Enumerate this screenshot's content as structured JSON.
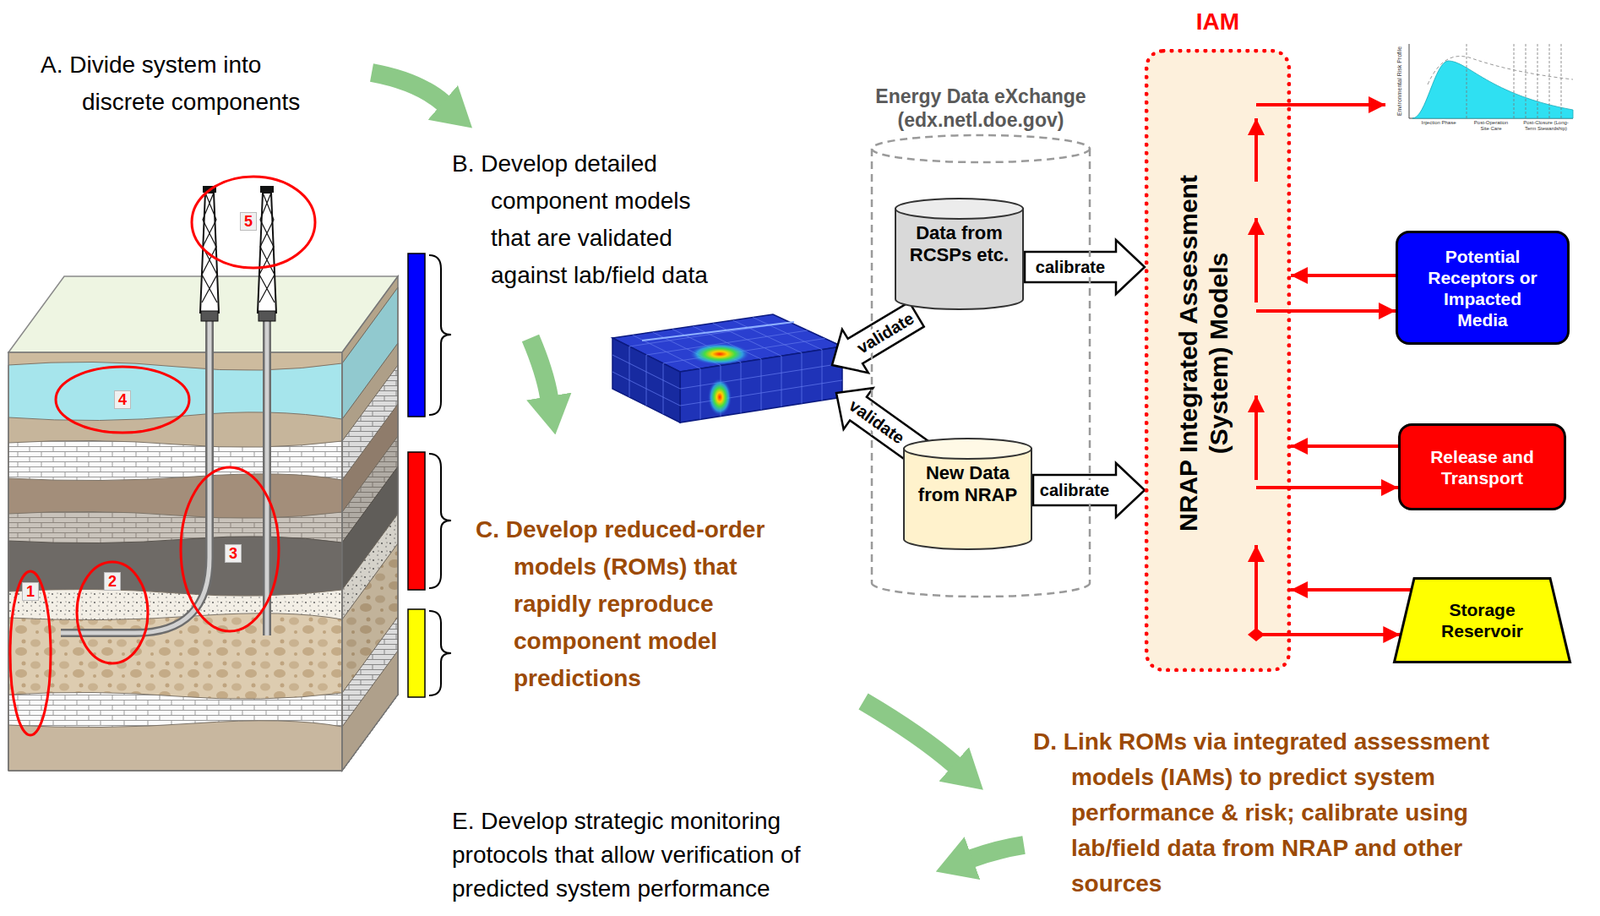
{
  "diagram": {
    "nodes": [
      {
        "text": [
          "Energy Data eXchange (edx.netl.doe.gov)"
        ]
      },
      {
        "text": [
          "Data from RCSPs etc."
        ],
        "in": 0
      },
      {
        "text": [
          "New Data from NRAP"
        ],
        "in": 0
      },
      {
        "text": [
          "IAM",
          "NRAP Integrated Assessment (System) Models"
        ]
      },
      {
        "text": [
          "Potential Receptors or Impacted Media"
        ]
      },
      {
        "text": [
          "Release and Transport"
        ]
      },
      {
        "text": [
          "Storage Reservoir"
        ]
      }
    ],
    "edges": [
      {
        "from": 1,
        "to": 3,
        "arrow": "to",
        "label": "calibrate"
      },
      {
        "from": 2,
        "to": 3,
        "arrow": "to",
        "label": "calibrate"
      },
      {
        "from": 4,
        "to": 3,
        "arrow": "to"
      },
      {
        "from": 3,
        "to": 4,
        "arrow": "to"
      },
      {
        "from": 5,
        "to": 3,
        "arrow": "to"
      },
      {
        "from": 3,
        "to": 5,
        "arrow": "to"
      },
      {
        "from": 6,
        "to": 3,
        "arrow": "to"
      },
      {
        "from": 3,
        "to": 6,
        "arrow": "to"
      }
    ],
    "labels": [
      "A. Divide system into discrete components",
      "B. Develop detailed component models that are validated against lab/field data",
      "C. Develop reduced-order models (ROMs) that rapidly reproduce component model predictions",
      "D. Link ROMs via integrated assessment models (IAMs) to predict system performance & risk; calibrate using lab/field data from NRAP and other sources",
      "E. Develop strategic monitoring protocols that allow verification of predicted system performance",
      "validate",
      "validate",
      "1",
      "2",
      "3",
      "4",
      "5",
      "Environmental Risk Profile",
      "Injection Phase",
      "Post-Operation Site Care",
      "Post-Closure (Long-Term Stewardship)"
    ]
  }
}
